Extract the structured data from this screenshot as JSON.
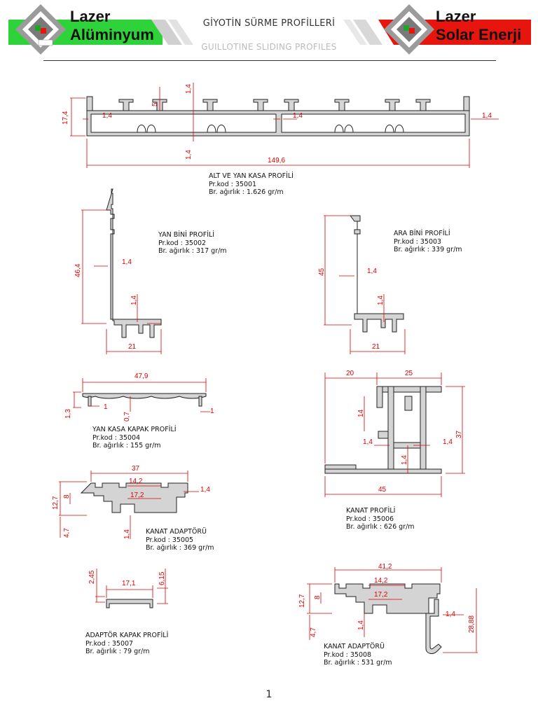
{
  "header": {
    "brand_left": [
      "Lazer",
      "Alüminyum"
    ],
    "brand_right": [
      "Lazer",
      "Solar Enerji"
    ],
    "logo_tag": "Lazer",
    "title_tr": "GİYOTİN SÜRME PROFİLLERİ",
    "title_en": "GUILLOTINE SLIDING PROFILES",
    "colors": {
      "green": "#2ed33a",
      "red": "#e8140e",
      "grey": "#c8c8c8",
      "dim": "#cc0000"
    }
  },
  "profiles": [
    {
      "name": "ALT VE YAN KASA PROFİLİ",
      "code": "Pr.kod : 35001",
      "weight": "Br. ağırlık : 1.626 gr/m",
      "dims": [
        "17,4",
        "1,4",
        "5",
        "1,4",
        "1,4",
        "1,4",
        "1,4",
        "149,6"
      ]
    },
    {
      "name": "YAN BİNİ PROFİLİ",
      "code": "Pr.kod : 35002",
      "weight": "Br. ağırlık : 317 gr/m",
      "dims": [
        "46,4",
        "1,4",
        "1,4",
        "21"
      ]
    },
    {
      "name": "ARA BİNİ PROFİLİ",
      "code": "Pr.kod : 35003",
      "weight": "Br. ağırlık : 339 gr/m",
      "dims": [
        "45",
        "1,4",
        "1,4",
        "21"
      ]
    },
    {
      "name": "YAN KASA KAPAK PROFİLİ",
      "code": "Pr.kod : 35004",
      "weight": "Br. ağırlık : 155 gr/m",
      "dims": [
        "47,9",
        "1,3",
        "1",
        "0,7",
        "1"
      ]
    },
    {
      "name": "KANAT ADAPTÖRÜ",
      "code": "Pr.kod : 35005",
      "weight": "Br. ağırlık : 369 gr/m",
      "dims": [
        "37",
        "14,2",
        "17,2",
        "12,7",
        "8",
        "4,7",
        "1,4",
        "1,4"
      ]
    },
    {
      "name": "KANAT PROFİLİ",
      "code": "Pr.kod : 35006",
      "weight": "Br. ağırlık : 626 gr/m",
      "dims": [
        "20",
        "25",
        "14",
        "1,4",
        "1,4",
        "1,4",
        "37",
        "45"
      ]
    },
    {
      "name": "ADAPTÖR KAPAK PROFİLİ",
      "code": "Pr.kod : 35007",
      "weight": "Br. ağırlık :  79 gr/m",
      "dims": [
        "17,1",
        "2,45",
        "6,15"
      ]
    },
    {
      "name": "KANAT ADAPTÖRÜ",
      "code": "Pr.kod : 35008",
      "weight": "Br. ağırlık : 531 gr/m",
      "dims": [
        "41,2",
        "14,2",
        "17,2",
        "12,7",
        "8",
        "4,7",
        "1,4",
        "1,4",
        "28,88"
      ]
    }
  ],
  "page_number": "1"
}
